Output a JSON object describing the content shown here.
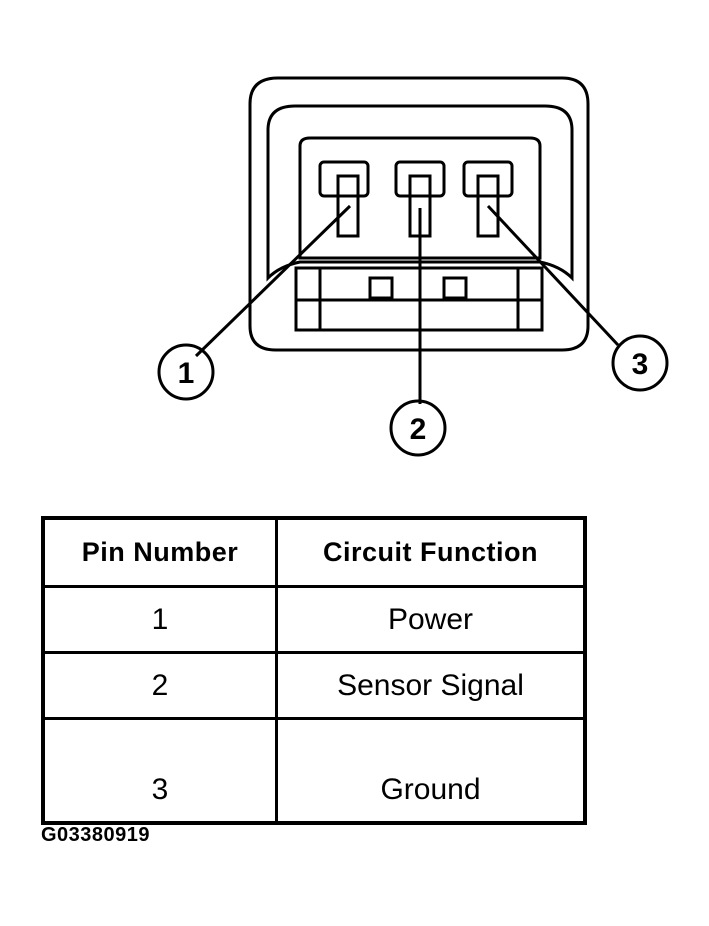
{
  "callouts": [
    {
      "id": "1",
      "label": "1"
    },
    {
      "id": "2",
      "label": "2"
    },
    {
      "id": "3",
      "label": "3"
    }
  ],
  "table": {
    "headers": [
      "Pin Number",
      "Circuit Function"
    ],
    "rows": [
      [
        "1",
        "Power"
      ],
      [
        "2",
        "Sensor Signal"
      ],
      [
        "3",
        "Ground"
      ]
    ]
  },
  "figure_code": "G03380919"
}
